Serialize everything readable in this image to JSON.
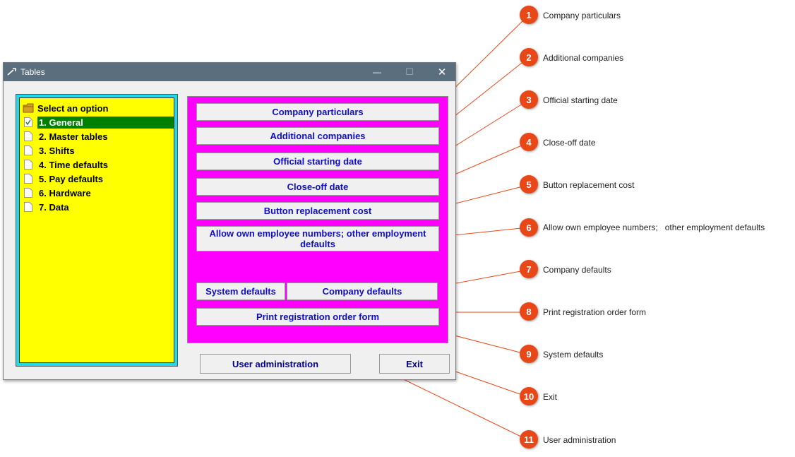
{
  "window": {
    "title": "Tables",
    "minimize_symbol": "—",
    "maximize_symbol": "☐",
    "close_symbol": "✕"
  },
  "tree": {
    "root_label": "Select an option",
    "items": [
      {
        "label": "1. General",
        "selected": true
      },
      {
        "label": "2. Master tables",
        "selected": false
      },
      {
        "label": "3. Shifts",
        "selected": false
      },
      {
        "label": "4. Time defaults",
        "selected": false
      },
      {
        "label": "5. Pay defaults",
        "selected": false
      },
      {
        "label": "6. Hardware",
        "selected": false
      },
      {
        "label": "7. Data",
        "selected": false
      }
    ]
  },
  "panel": {
    "company_particulars": "Company particulars",
    "additional_companies": "Additional companies",
    "official_starting_date": "Official starting date",
    "close_off_date": "Close-off date",
    "button_replacement_cost": "Button replacement cost",
    "allow_own_employee_numbers": "Allow own employee numbers;   other employment defaults",
    "system_defaults": "System defaults",
    "company_defaults": "Company defaults",
    "print_registration_order_form": "Print registration order form"
  },
  "footer": {
    "user_administration": "User administration",
    "exit": "Exit"
  },
  "callouts": [
    {
      "num": "1",
      "label": "Company particulars"
    },
    {
      "num": "2",
      "label": "Additional companies"
    },
    {
      "num": "3",
      "label": "Official starting date"
    },
    {
      "num": "4",
      "label": "Close-off date"
    },
    {
      "num": "5",
      "label": "Button replacement cost"
    },
    {
      "num": "6",
      "label": "Allow own employee numbers;   other employment defaults"
    },
    {
      "num": "7",
      "label": "Company defaults"
    },
    {
      "num": "8",
      "label": "Print registration order form"
    },
    {
      "num": "9",
      "label": "System defaults"
    },
    {
      "num": "10",
      "label": "Exit"
    },
    {
      "num": "11",
      "label": "User administration"
    }
  ],
  "colors": {
    "panel_bg": "#ff00ff",
    "tree_bg": "#ffff00",
    "tree_border": "#20d8e8",
    "selection": "#008000",
    "button_text": "#1010c0",
    "callout": "#e84818",
    "titlebar": "#5b6e7d"
  }
}
